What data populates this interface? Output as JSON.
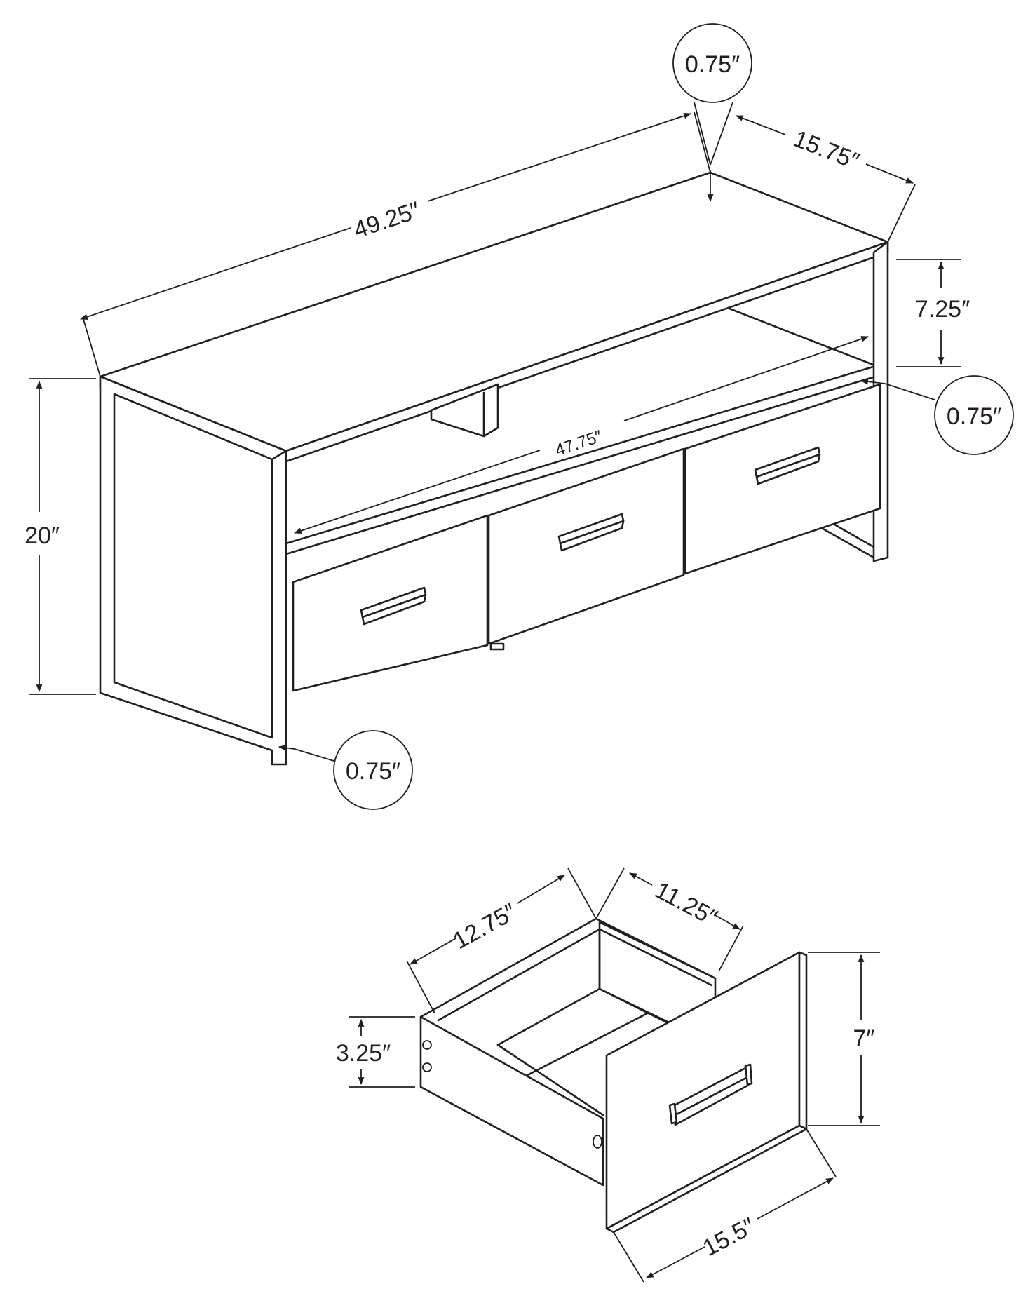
{
  "colors": {
    "line": "#231f20",
    "background": "#ffffff"
  },
  "dimensions": {
    "overall_width": "49.25″",
    "overall_depth": "15.75″",
    "top_thickness": "0.75″",
    "shelf_clearance": "7.25″",
    "shelf_thickness": "0.75″",
    "inner_width": "47.75″",
    "overall_height": "20″",
    "leg_thickness": "0.75″"
  },
  "drawer_dimensions": {
    "outer_depth": "12.75″",
    "inner_depth": "11.25″",
    "side_height": "3.25″",
    "front_height": "7″",
    "front_width": "15.5″"
  }
}
